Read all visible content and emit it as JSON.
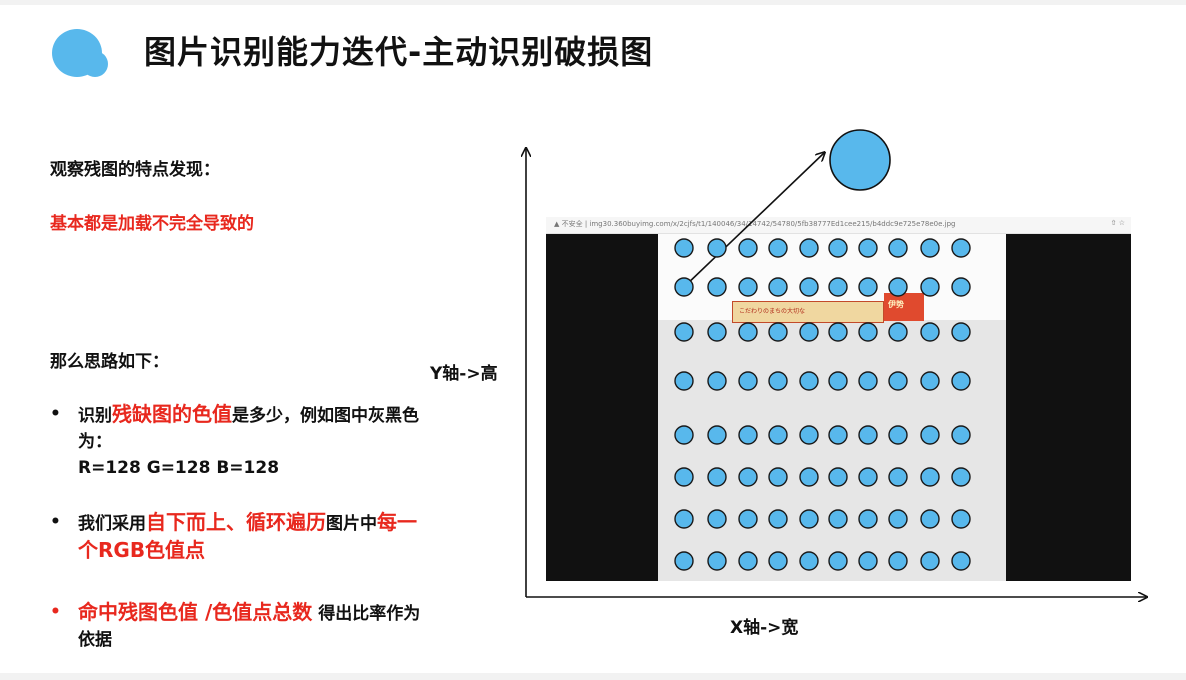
{
  "header": {
    "title": "图片识别能力迭代-主动识别破损图",
    "logo_icon": "cloud-blob-icon",
    "accent_color": "#58b8ec"
  },
  "left_panel": {
    "observation_heading": "观察残图的特点发现：",
    "observation_cause": "基本都是加载不完全导致的",
    "approach_heading": "那么思路如下：",
    "bullets": [
      {
        "marker": "•",
        "parts": [
          {
            "text": "识别",
            "style": "normal"
          },
          {
            "text": "残缺图的色值",
            "style": "red-big"
          },
          {
            "text": "是多少，例如图中灰黑色为：",
            "style": "normal"
          },
          {
            "text": "R=128 G=128 B=128",
            "style": "newline"
          }
        ]
      },
      {
        "marker": "•",
        "parts": [
          {
            "text": "我们采用",
            "style": "normal"
          },
          {
            "text": "自下而上、循环遍历",
            "style": "red-big"
          },
          {
            "text": "图片中",
            "style": "normal"
          },
          {
            "text": "每一个RGB色值点",
            "style": "red-big"
          }
        ]
      },
      {
        "marker": "•",
        "parts": [
          {
            "text": "命中残图色值 /色值点总数",
            "style": "red-big"
          },
          {
            "text": " 得出比率作为依据",
            "style": "normal"
          }
        ]
      }
    ],
    "highlight_color": "#e8281e"
  },
  "diagram": {
    "y_axis_label": "Y轴->高",
    "x_axis_label": "X轴->宽",
    "screenshot": {
      "url_text": "▲ 不安全 | img30.360buyimg.com/x/2cjfs/t1/140046/34/14742/54780/5fb38777Ed1cee215/b4ddc9e725e78e0e.jpg",
      "toolbar_icons": "⇧ ☆",
      "banner_text": "こだわりのまちの大切な",
      "banner2_text": "伊势"
    },
    "dot_grid": {
      "rows": 8,
      "columns": 10,
      "dot_fill": "#58b8ec",
      "dot_stroke": "#1a1a1a"
    },
    "target_circle_fill": "#58b8ec"
  }
}
